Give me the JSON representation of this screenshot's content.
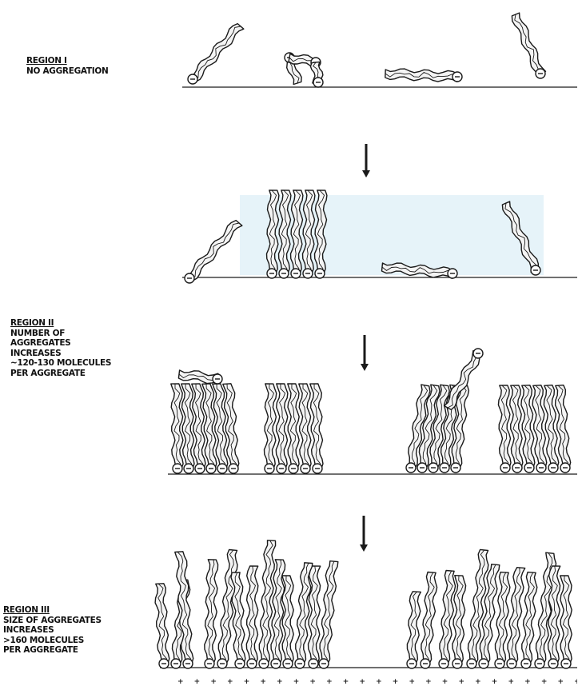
{
  "regions": [
    {
      "title": "REGION I",
      "lines": [
        "NO AGGREGATION"
      ]
    },
    {
      "title": "REGION II",
      "lines": [
        "NUMBER OF",
        "AGGREGATES",
        "INCREASES",
        "~120-130 MOLECULES",
        "PER AGGREGATE"
      ]
    },
    {
      "title": "REGION III",
      "lines": [
        "SIZE OF AGGREGATES",
        "INCREASES",
        ">160 MOLECULES",
        "PER AGGREGATE"
      ]
    }
  ],
  "charge_symbol": "−",
  "surface_charges": "+ + + + + + + + + + + + + + + + + + + + + + + + + + + + + + +",
  "colors": {
    "ink": "#1a1a1a",
    "highlight": "#dbeef7",
    "chain_fill": "#f4f4f4"
  }
}
